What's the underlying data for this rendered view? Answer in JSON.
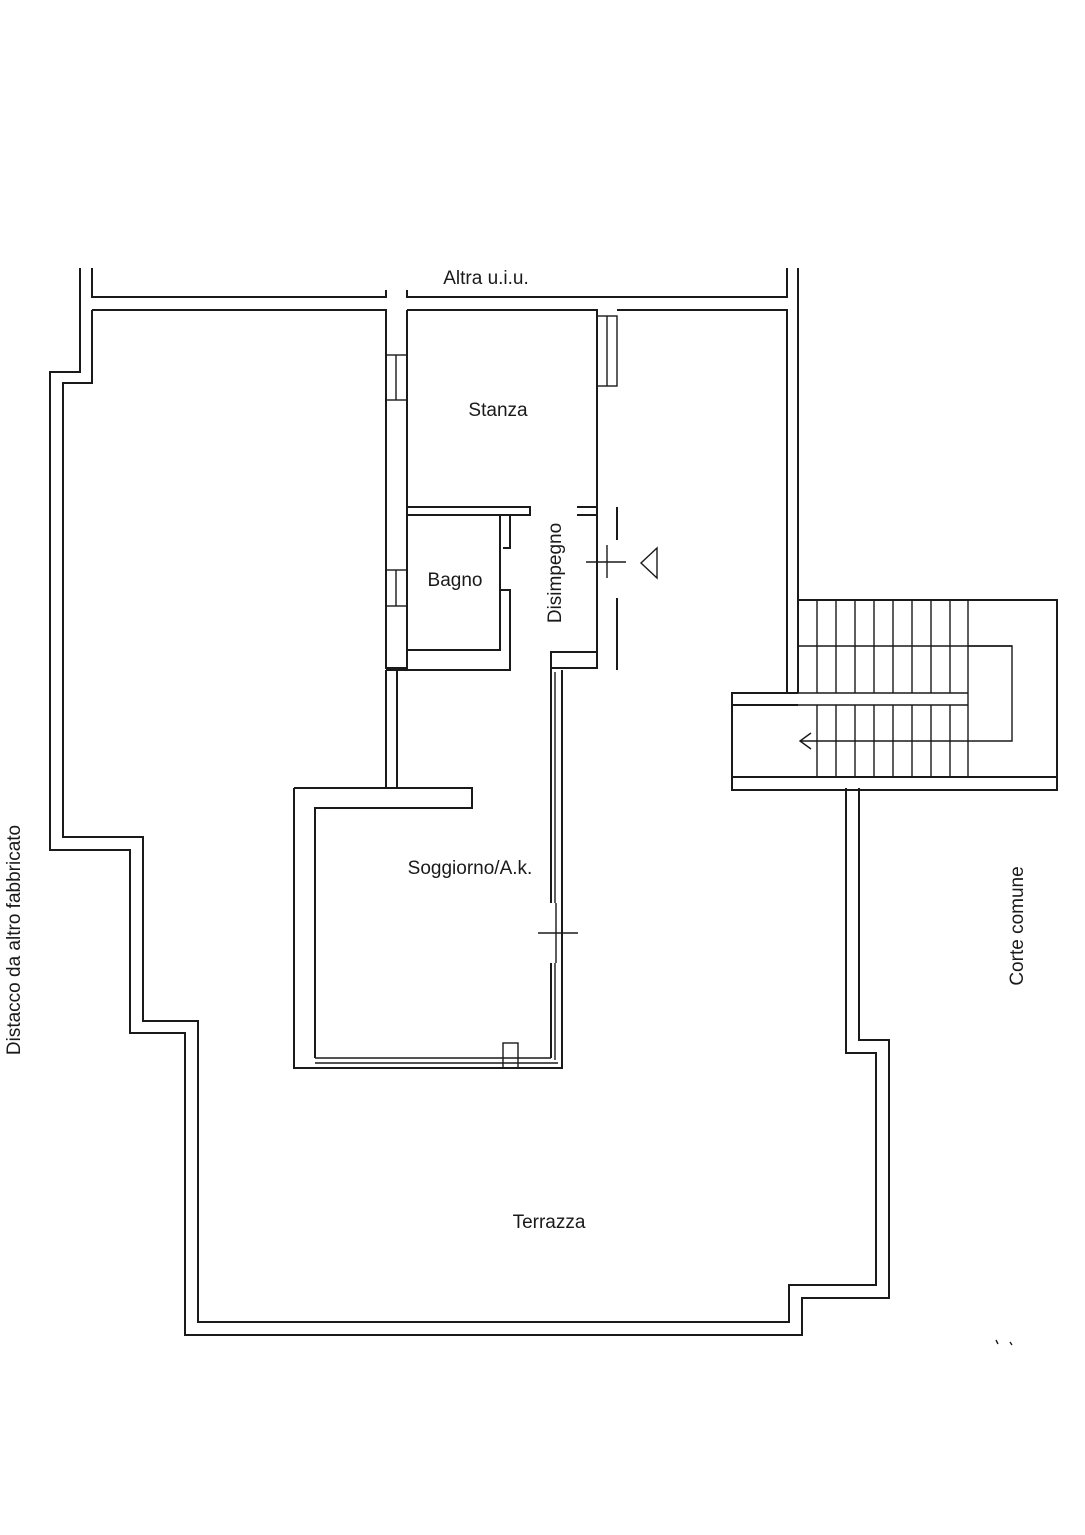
{
  "labels": {
    "neighbor_unit": "Altra u.i.u.",
    "bedroom": "Stanza",
    "bathroom": "Bagno",
    "hallway": "Disimpegno",
    "living_room": "Soggiorno/A.k.",
    "terrace": "Terrazza",
    "courtyard": "Corte comune",
    "setback": "Distacco da altro fabbricato"
  }
}
